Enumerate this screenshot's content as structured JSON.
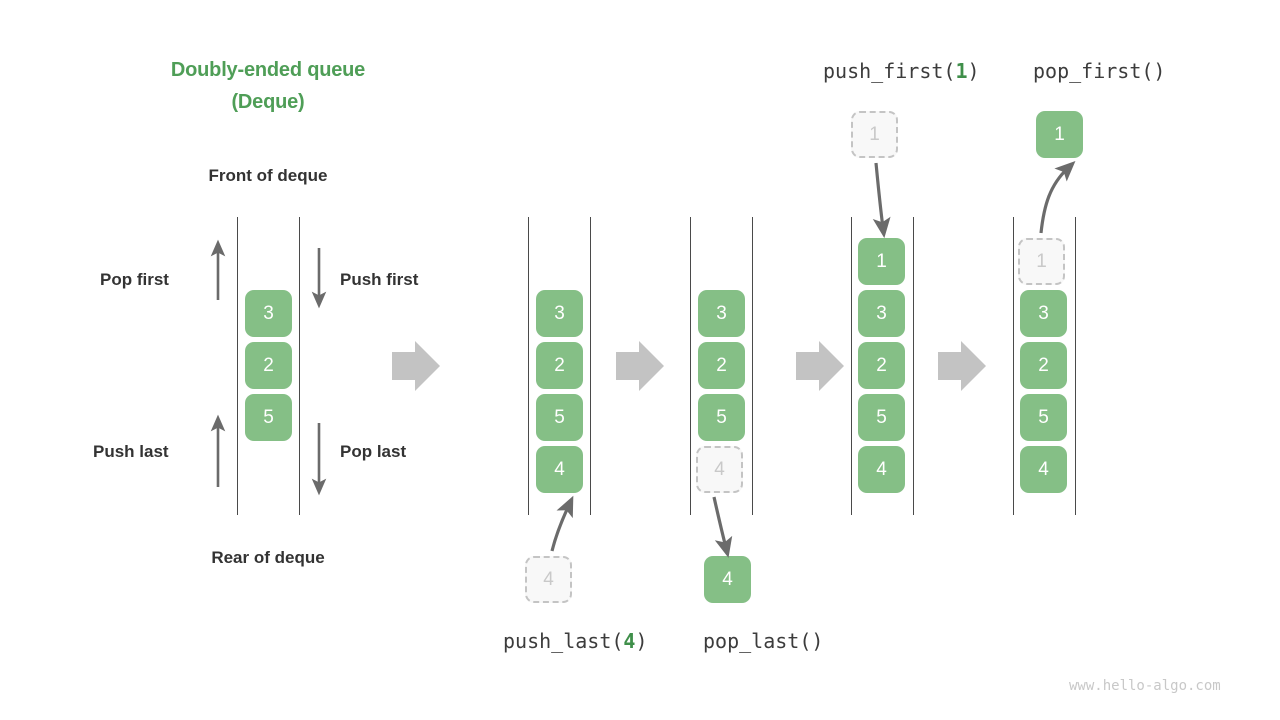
{
  "title": {
    "line1": "Doubly-ended queue",
    "line2": "(Deque)"
  },
  "labels": {
    "front_of_deque": "Front of deque",
    "rear_of_deque": "Rear of deque",
    "pop_first": "Pop first",
    "push_first": "Push first",
    "push_last": "Push last",
    "pop_last": "Pop last"
  },
  "operations": {
    "push_first": {
      "name": "push_first(",
      "arg": "1",
      "close": ")"
    },
    "pop_first": {
      "name": "pop_first()",
      "arg": "",
      "close": ""
    },
    "push_last": {
      "name": "push_last(",
      "arg": "4",
      "close": ")"
    },
    "pop_last": {
      "name": "pop_last()",
      "arg": "",
      "close": ""
    }
  },
  "columns": [
    {
      "id": "initial-deque",
      "nodes": [
        {
          "value": "3",
          "state": "filled"
        },
        {
          "value": "2",
          "state": "filled"
        },
        {
          "value": "5",
          "state": "filled"
        }
      ]
    },
    {
      "id": "after-push-last",
      "nodes": [
        {
          "value": "3",
          "state": "filled"
        },
        {
          "value": "2",
          "state": "filled"
        },
        {
          "value": "5",
          "state": "filled"
        },
        {
          "value": "4",
          "state": "filled"
        }
      ],
      "external_node": {
        "value": "4",
        "state": "ghost"
      }
    },
    {
      "id": "before-pop-last",
      "nodes": [
        {
          "value": "3",
          "state": "filled"
        },
        {
          "value": "2",
          "state": "filled"
        },
        {
          "value": "5",
          "state": "filled"
        },
        {
          "value": "4",
          "state": "ghost"
        }
      ],
      "external_node": {
        "value": "4",
        "state": "filled"
      }
    },
    {
      "id": "after-push-first",
      "nodes": [
        {
          "value": "1",
          "state": "filled"
        },
        {
          "value": "3",
          "state": "filled"
        },
        {
          "value": "2",
          "state": "filled"
        },
        {
          "value": "5",
          "state": "filled"
        },
        {
          "value": "4",
          "state": "filled"
        }
      ],
      "external_node": {
        "value": "1",
        "state": "ghost"
      }
    },
    {
      "id": "after-pop-first",
      "nodes": [
        {
          "value": "1",
          "state": "ghost"
        },
        {
          "value": "3",
          "state": "filled"
        },
        {
          "value": "2",
          "state": "filled"
        },
        {
          "value": "5",
          "state": "filled"
        },
        {
          "value": "4",
          "state": "filled"
        }
      ],
      "external_node": {
        "value": "1",
        "state": "filled"
      }
    }
  ],
  "watermark": "www.hello-algo.com",
  "colors": {
    "green": "#85bf86",
    "title_green": "#4f9e57",
    "text_dark": "#333333",
    "rail": "#4a4a4a",
    "ghost_fill": "#f8f8f8",
    "ghost_border": "#c4c4c4",
    "ghost_text": "#c9c9c9",
    "block_arrow": "#c3c3c3",
    "thin_arrow": "#6b6b6b",
    "watermark": "#c8c8c8"
  }
}
